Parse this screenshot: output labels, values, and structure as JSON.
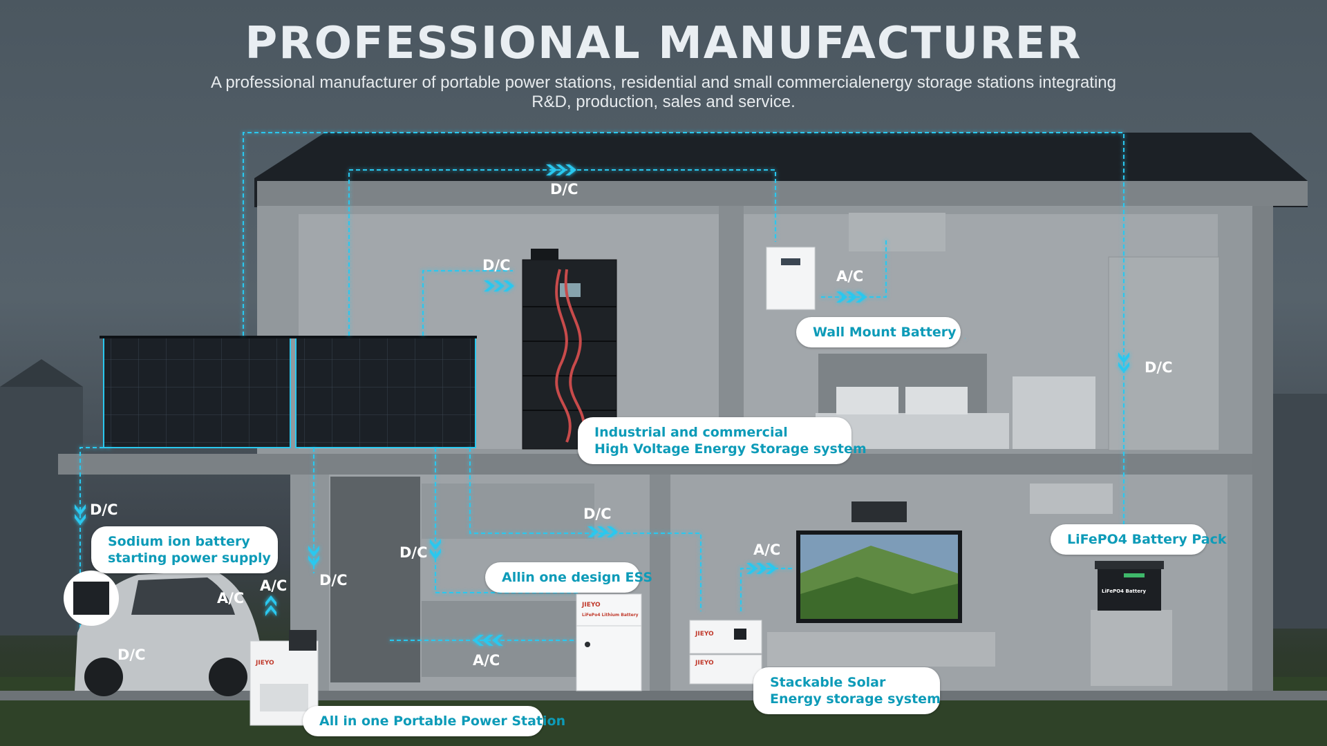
{
  "header": {
    "title": "PROFESSIONAL MANUFACTURER",
    "subtitle": "A professional manufacturer of portable power stations, residential and small commercialenergy storage stations integrating R&D, production, sales and service."
  },
  "colors": {
    "flow_line": "#29c8ef",
    "label_text": "#0d9bb8",
    "house_wall": "#8d9296",
    "house_interior": "#9a9fa3"
  },
  "flow_labels": {
    "roof_dc": "D/C",
    "rack_dc": "D/C",
    "wall_ac": "A/C",
    "right_dc": "D/C",
    "left_dc": "D/C",
    "middle_dc": "D/C",
    "kitchen_dc": "D/C",
    "car_ac": "A/C",
    "station_ac": "A/C",
    "station_dc": "D/C",
    "car_dc": "D/C",
    "ground_ac": "A/C",
    "tv_ac": "A/C"
  },
  "products": {
    "wall_mount": "Wall Mount Battery",
    "high_voltage_line1": "Industrial and commercial",
    "high_voltage_line2": "High Voltage Energy Storage system",
    "sodium_line1": "Sodium ion battery",
    "sodium_line2": "starting power supply",
    "allin_ess": "Allin one design ESS",
    "lifepo4": "LiFePO4 Battery Pack",
    "stackable_line1": "Stackable Solar",
    "stackable_line2": "Energy storage system",
    "portable": "All in one Portable Power Station"
  },
  "brand": {
    "logo_text": "JIEYO",
    "ess_small_text": "LiFePo4 Lithium Battery",
    "lifepo4_small_text": "LiFePO4 Battery"
  }
}
